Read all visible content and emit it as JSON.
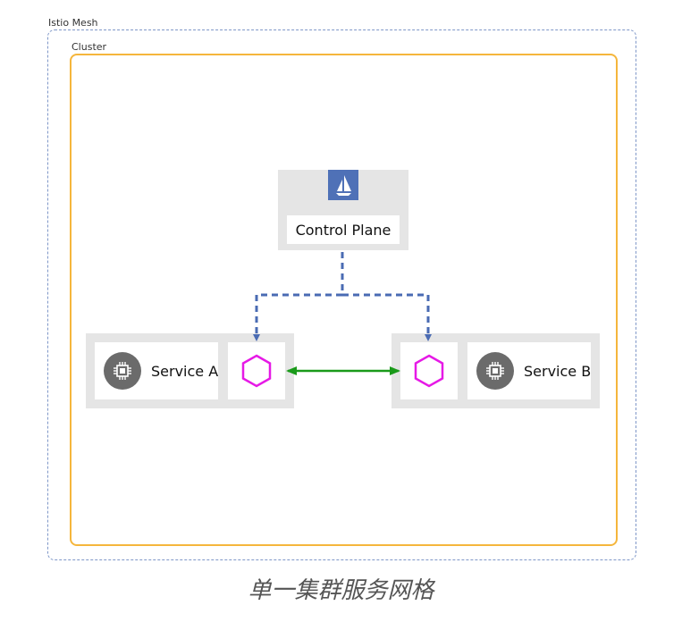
{
  "mesh": {
    "label": "Istio Mesh"
  },
  "cluster": {
    "label": "Cluster"
  },
  "control_plane": {
    "label": "Control Plane",
    "logo_icon": "istio-sail-icon"
  },
  "services": {
    "a": {
      "label": "Service A",
      "icon": "cpu-chip-icon",
      "proxy_icon": "hexagon-icon"
    },
    "b": {
      "label": "Service B",
      "icon": "cpu-chip-icon",
      "proxy_icon": "hexagon-icon"
    }
  },
  "caption": "单一集群服务网格",
  "colors": {
    "mesh_border": "#7f97c8",
    "cluster_border": "#f5b63c",
    "config_line": "#4a6bb3",
    "traffic_line": "#1a9a1a",
    "proxy_hexagon": "#e619e6",
    "box_fill": "#e5e5e5",
    "logo_fill": "#4f71b7",
    "chip_fill": "#6b6b6b"
  }
}
